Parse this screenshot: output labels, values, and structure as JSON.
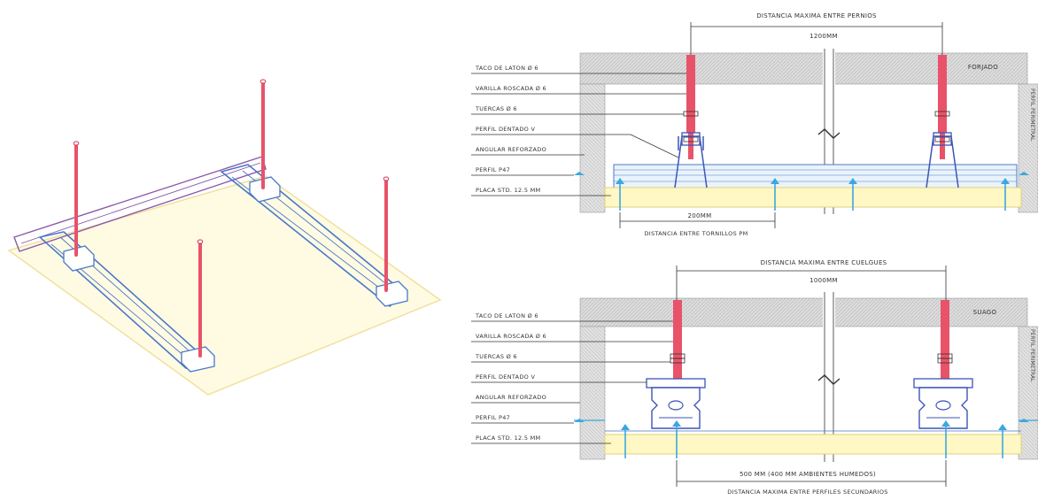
{
  "colors": {
    "rod": "#e8536a",
    "rod_dark": "#c93a52",
    "profile": "#4a78c8",
    "plate_fill": "#fff7c4",
    "plate_edge": "#e0d27a",
    "screw": "#3aa8e0",
    "slab_fill": "#d9d9d9",
    "clip": "#3c55b8",
    "iso_top": "#8a5aa8"
  },
  "top_section": {
    "labels": [
      "TACO DE LATON Ø 6",
      "VARILLA ROSCADA Ø 6",
      "TUERCAS Ø 6",
      "PERFIL DENTADO V",
      "ANGULAR REFORZADO",
      "PERFIL P47",
      "PLACA STD. 12.5 MM"
    ],
    "dim_top_title": "DISTANCIA MAXIMA ENTRE PERNIOS",
    "dim_top_value": "1200MM",
    "dim_bottom_value": "200MM",
    "dim_bottom_title": "DISTANCIA ENTRE TORNILLOS PM",
    "slab_tag": "FORJADO",
    "wall_tag": "PERFIL PERIMETRAL"
  },
  "bottom_section": {
    "labels": [
      "TACO DE LATON Ø 6",
      "VARILLA ROSCADA Ø 6",
      "TUERCAS Ø 6",
      "PERFIL DENTADO V",
      "ANGULAR REFORZADO",
      "PERFIL P47",
      "PLACA STD. 12.5 MM"
    ],
    "dim_top_title": "DISTANCIA MAXIMA ENTRE CUELGUES",
    "dim_top_value": "1000MM",
    "dim_bottom_value": "500 MM (400 MM AMBIENTES HUMEDOS)",
    "dim_bottom_title": "DISTANCIA MAXIMA ENTRE PERFILES SECUNDARIOS",
    "slab_tag": "SUAGO",
    "wall_tag": "PERFIL PERIMETRAL"
  }
}
